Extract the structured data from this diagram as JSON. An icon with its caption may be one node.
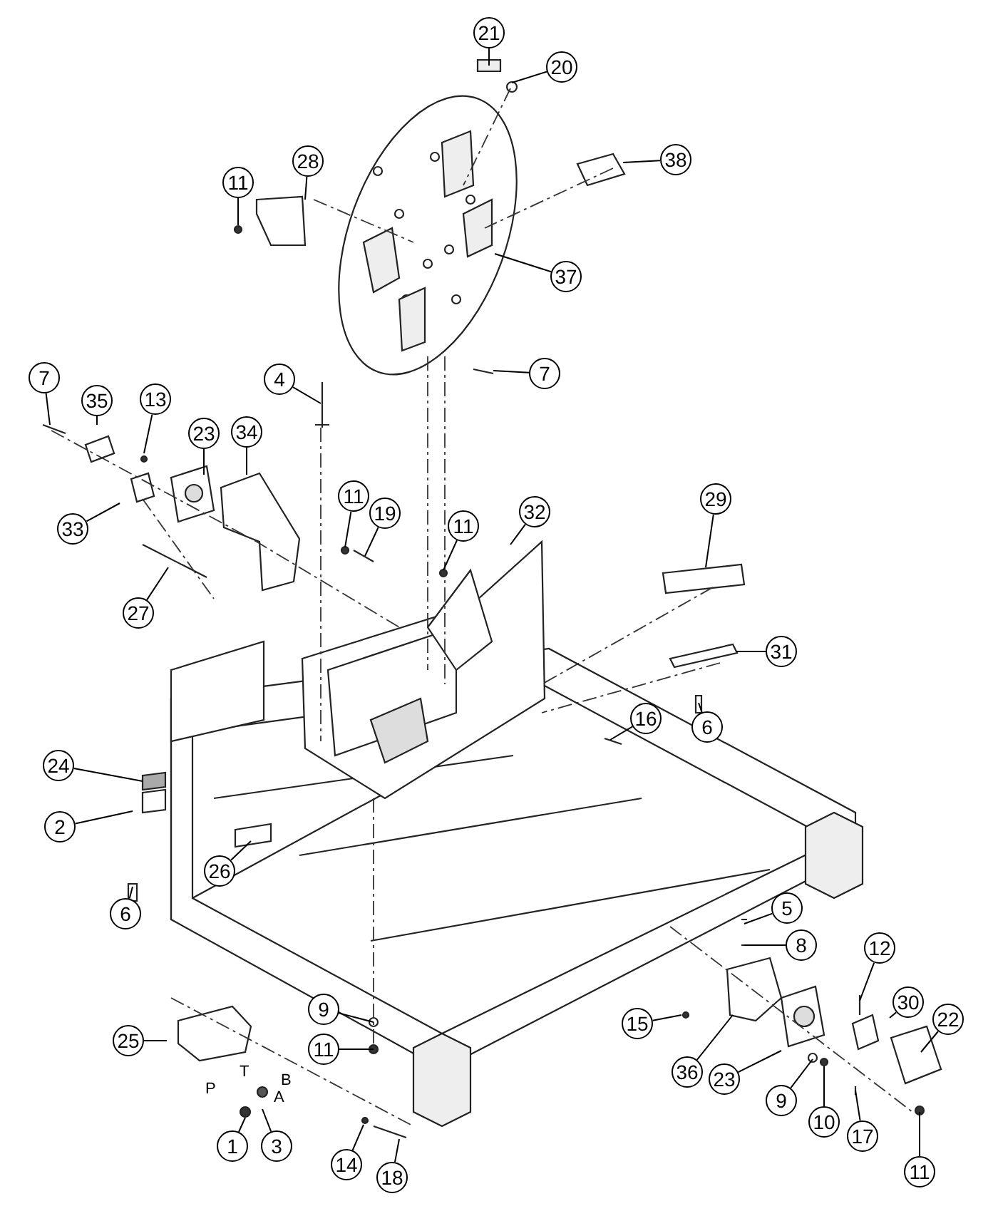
{
  "diagram": {
    "nodes": [
      {
        "text": [
          "21"
        ]
      },
      {
        "text": [
          "20"
        ]
      },
      {
        "text": [
          "28"
        ]
      },
      {
        "text": [
          "38"
        ]
      },
      {
        "text": [
          "11"
        ]
      },
      {
        "text": [
          "37"
        ]
      },
      {
        "text": [
          "7"
        ]
      },
      {
        "text": [
          "4"
        ]
      },
      {
        "text": [
          "7"
        ]
      },
      {
        "text": [
          "35"
        ]
      },
      {
        "text": [
          "13"
        ]
      },
      {
        "text": [
          "23"
        ]
      },
      {
        "text": [
          "34"
        ]
      },
      {
        "text": [
          "11"
        ]
      },
      {
        "text": [
          "19"
        ]
      },
      {
        "text": [
          "11"
        ]
      },
      {
        "text": [
          "32"
        ]
      },
      {
        "text": [
          "29"
        ]
      },
      {
        "text": [
          "33"
        ]
      },
      {
        "text": [
          "27"
        ]
      },
      {
        "text": [
          "31"
        ]
      },
      {
        "text": [
          "16"
        ]
      },
      {
        "text": [
          "6"
        ]
      },
      {
        "text": [
          "24"
        ]
      },
      {
        "text": [
          "2"
        ]
      },
      {
        "text": [
          "26"
        ]
      },
      {
        "text": [
          "6"
        ]
      },
      {
        "text": [
          "5"
        ]
      },
      {
        "text": [
          "8"
        ]
      },
      {
        "text": [
          "12"
        ]
      },
      {
        "text": [
          "30"
        ]
      },
      {
        "text": [
          "22"
        ]
      },
      {
        "text": [
          "9"
        ]
      },
      {
        "text": [
          "15"
        ]
      },
      {
        "text": [
          "25"
        ]
      },
      {
        "text": [
          "11"
        ]
      },
      {
        "text": [
          "36"
        ]
      },
      {
        "text": [
          "23"
        ]
      },
      {
        "text": [
          "9"
        ]
      },
      {
        "text": [
          "10"
        ]
      },
      {
        "text": [
          "17"
        ]
      },
      {
        "text": [
          "1"
        ]
      },
      {
        "text": [
          "3"
        ]
      },
      {
        "text": [
          "14"
        ]
      },
      {
        "text": [
          "11"
        ]
      },
      {
        "text": [
          "18"
        ]
      }
    ],
    "edges": [
      {
        "from": 0,
        "to": null,
        "arrow": "none"
      },
      {
        "from": 1,
        "to": null,
        "arrow": "none"
      },
      {
        "from": 2,
        "to": null,
        "arrow": "none"
      },
      {
        "from": 3,
        "to": null,
        "arrow": "none"
      },
      {
        "from": 4,
        "to": null,
        "arrow": "none"
      },
      {
        "from": 5,
        "to": null,
        "arrow": "none"
      },
      {
        "from": 6,
        "to": null,
        "arrow": "none"
      },
      {
        "from": 7,
        "to": null,
        "arrow": "none"
      },
      {
        "from": 8,
        "to": null,
        "arrow": "none"
      },
      {
        "from": 9,
        "to": null,
        "arrow": "none"
      },
      {
        "from": 10,
        "to": null,
        "arrow": "none"
      },
      {
        "from": 11,
        "to": null,
        "arrow": "none"
      },
      {
        "from": 12,
        "to": null,
        "arrow": "none"
      },
      {
        "from": 13,
        "to": null,
        "arrow": "none"
      },
      {
        "from": 14,
        "to": null,
        "arrow": "none"
      },
      {
        "from": 15,
        "to": null,
        "arrow": "none"
      },
      {
        "from": 16,
        "to": null,
        "arrow": "none"
      },
      {
        "from": 17,
        "to": null,
        "arrow": "none"
      },
      {
        "from": 18,
        "to": null,
        "arrow": "none"
      },
      {
        "from": 19,
        "to": null,
        "arrow": "none"
      },
      {
        "from": 20,
        "to": null,
        "arrow": "none"
      },
      {
        "from": 21,
        "to": null,
        "arrow": "none"
      },
      {
        "from": 22,
        "to": null,
        "arrow": "none"
      },
      {
        "from": 23,
        "to": null,
        "arrow": "none"
      },
      {
        "from": 24,
        "to": null,
        "arrow": "none"
      },
      {
        "from": 25,
        "to": null,
        "arrow": "none"
      },
      {
        "from": 26,
        "to": null,
        "arrow": "none"
      },
      {
        "from": 27,
        "to": null,
        "arrow": "none"
      },
      {
        "from": 28,
        "to": null,
        "arrow": "none"
      },
      {
        "from": 29,
        "to": null,
        "arrow": "none"
      },
      {
        "from": 30,
        "to": null,
        "arrow": "none"
      },
      {
        "from": 31,
        "to": null,
        "arrow": "none"
      },
      {
        "from": 32,
        "to": null,
        "arrow": "none"
      },
      {
        "from": 33,
        "to": null,
        "arrow": "none"
      },
      {
        "from": 34,
        "to": null,
        "arrow": "none"
      },
      {
        "from": 35,
        "to": null,
        "arrow": "none"
      },
      {
        "from": 36,
        "to": null,
        "arrow": "none"
      },
      {
        "from": 37,
        "to": null,
        "arrow": "none"
      },
      {
        "from": 38,
        "to": null,
        "arrow": "none"
      },
      {
        "from": 39,
        "to": null,
        "arrow": "none"
      },
      {
        "from": 40,
        "to": null,
        "arrow": "none"
      },
      {
        "from": 41,
        "to": null,
        "arrow": "none"
      },
      {
        "from": 42,
        "to": null,
        "arrow": "none"
      },
      {
        "from": 43,
        "to": null,
        "arrow": "none"
      },
      {
        "from": 44,
        "to": null,
        "arrow": "none"
      },
      {
        "from": 45,
        "to": null,
        "arrow": "none"
      }
    ],
    "labels": [
      "T",
      "B",
      "A",
      "P"
    ]
  }
}
